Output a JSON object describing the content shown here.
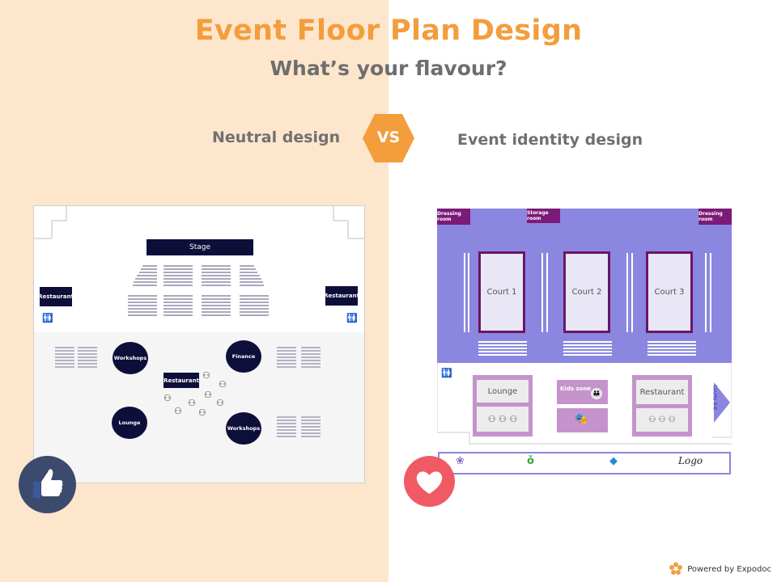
{
  "title": "Event Floor Plan Design",
  "subtitle": "What’s your flavour?",
  "vs": "VS",
  "left_label": "Neutral design",
  "right_label": "Event identity design",
  "left_plan": {
    "stage": "Stage",
    "restaurant_left": "Restaurant",
    "restaurant_right": "Restaurant",
    "restaurant_center": "Restaurant",
    "workshops_1": "Workshops",
    "finance": "Finance",
    "lounge": "Lounge",
    "workshops_2": "Workshops"
  },
  "right_plan": {
    "dressing_room_left": "Dressing room",
    "storage_room": "Storage room",
    "dressing_room_right": "Dressing room",
    "court_1": "Court 1",
    "court_2": "Court 2",
    "court_3": "Court 3",
    "lounge": "Lounge",
    "kids_zone": "Kids zone",
    "restaurant": "Restaurant",
    "courts_4_6": "Courts 4-6",
    "sponsor_logo_text": "Logo"
  },
  "footer": {
    "powered_by": "Powered by Expodoc"
  },
  "colors": {
    "accent_orange": "#f39d3c",
    "left_background": "#fde6cc",
    "plan_dark": "#0e0e3a",
    "court_area": "#8b86e0",
    "court_border": "#6b1568",
    "zone_purple": "#c593cc",
    "like_circle": "#3c4a6e",
    "heart_circle": "#f05a64"
  },
  "icons": {
    "vs_badge": "hexagon-icon",
    "like": "thumbs-up-icon",
    "heart": "heart-icon",
    "brand": "expodoc-logo-icon"
  }
}
